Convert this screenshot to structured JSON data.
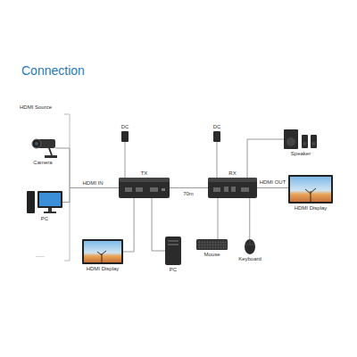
{
  "diagram": {
    "title": "Connection",
    "nodes": [
      {
        "text": [
          "TX"
        ]
      },
      {
        "text": [
          "RX"
        ]
      },
      {
        "text": [
          "Camera"
        ]
      },
      {
        "text": [
          "PC"
        ]
      },
      {
        "text": [
          "HDMI Display"
        ]
      },
      {
        "text": [
          "PC"
        ]
      },
      {
        "text": [
          "Mouse"
        ]
      },
      {
        "text": [
          "Keyboard"
        ]
      },
      {
        "text": [
          "Speaker"
        ]
      },
      {
        "text": [
          "HDMI Display"
        ]
      },
      {
        "text": [
          "DC"
        ]
      },
      {
        "text": [
          "DC"
        ]
      }
    ],
    "edges": [
      {
        "from": 0,
        "to": 1,
        "label": "70m",
        "arrow": "none"
      },
      {
        "from": 10,
        "to": 0,
        "arrow": "none"
      },
      {
        "from": 11,
        "to": 1,
        "arrow": "none"
      },
      {
        "from": 2,
        "to": 0,
        "arrow": "none"
      },
      {
        "from": 3,
        "to": 0,
        "label": "HDMI IN",
        "arrow": "none"
      },
      {
        "from": 0,
        "to": 4,
        "arrow": "none"
      },
      {
        "from": 0,
        "to": 5,
        "arrow": "none"
      },
      {
        "from": 1,
        "to": 8,
        "arrow": "none"
      },
      {
        "from": 1,
        "to": 9,
        "label": "HDMI OUT",
        "arrow": "none"
      },
      {
        "from": 1,
        "to": 6,
        "arrow": "none"
      },
      {
        "from": 1,
        "to": 7,
        "arrow": "none"
      }
    ],
    "labels": [
      "HDMI Source",
      "......"
    ]
  }
}
